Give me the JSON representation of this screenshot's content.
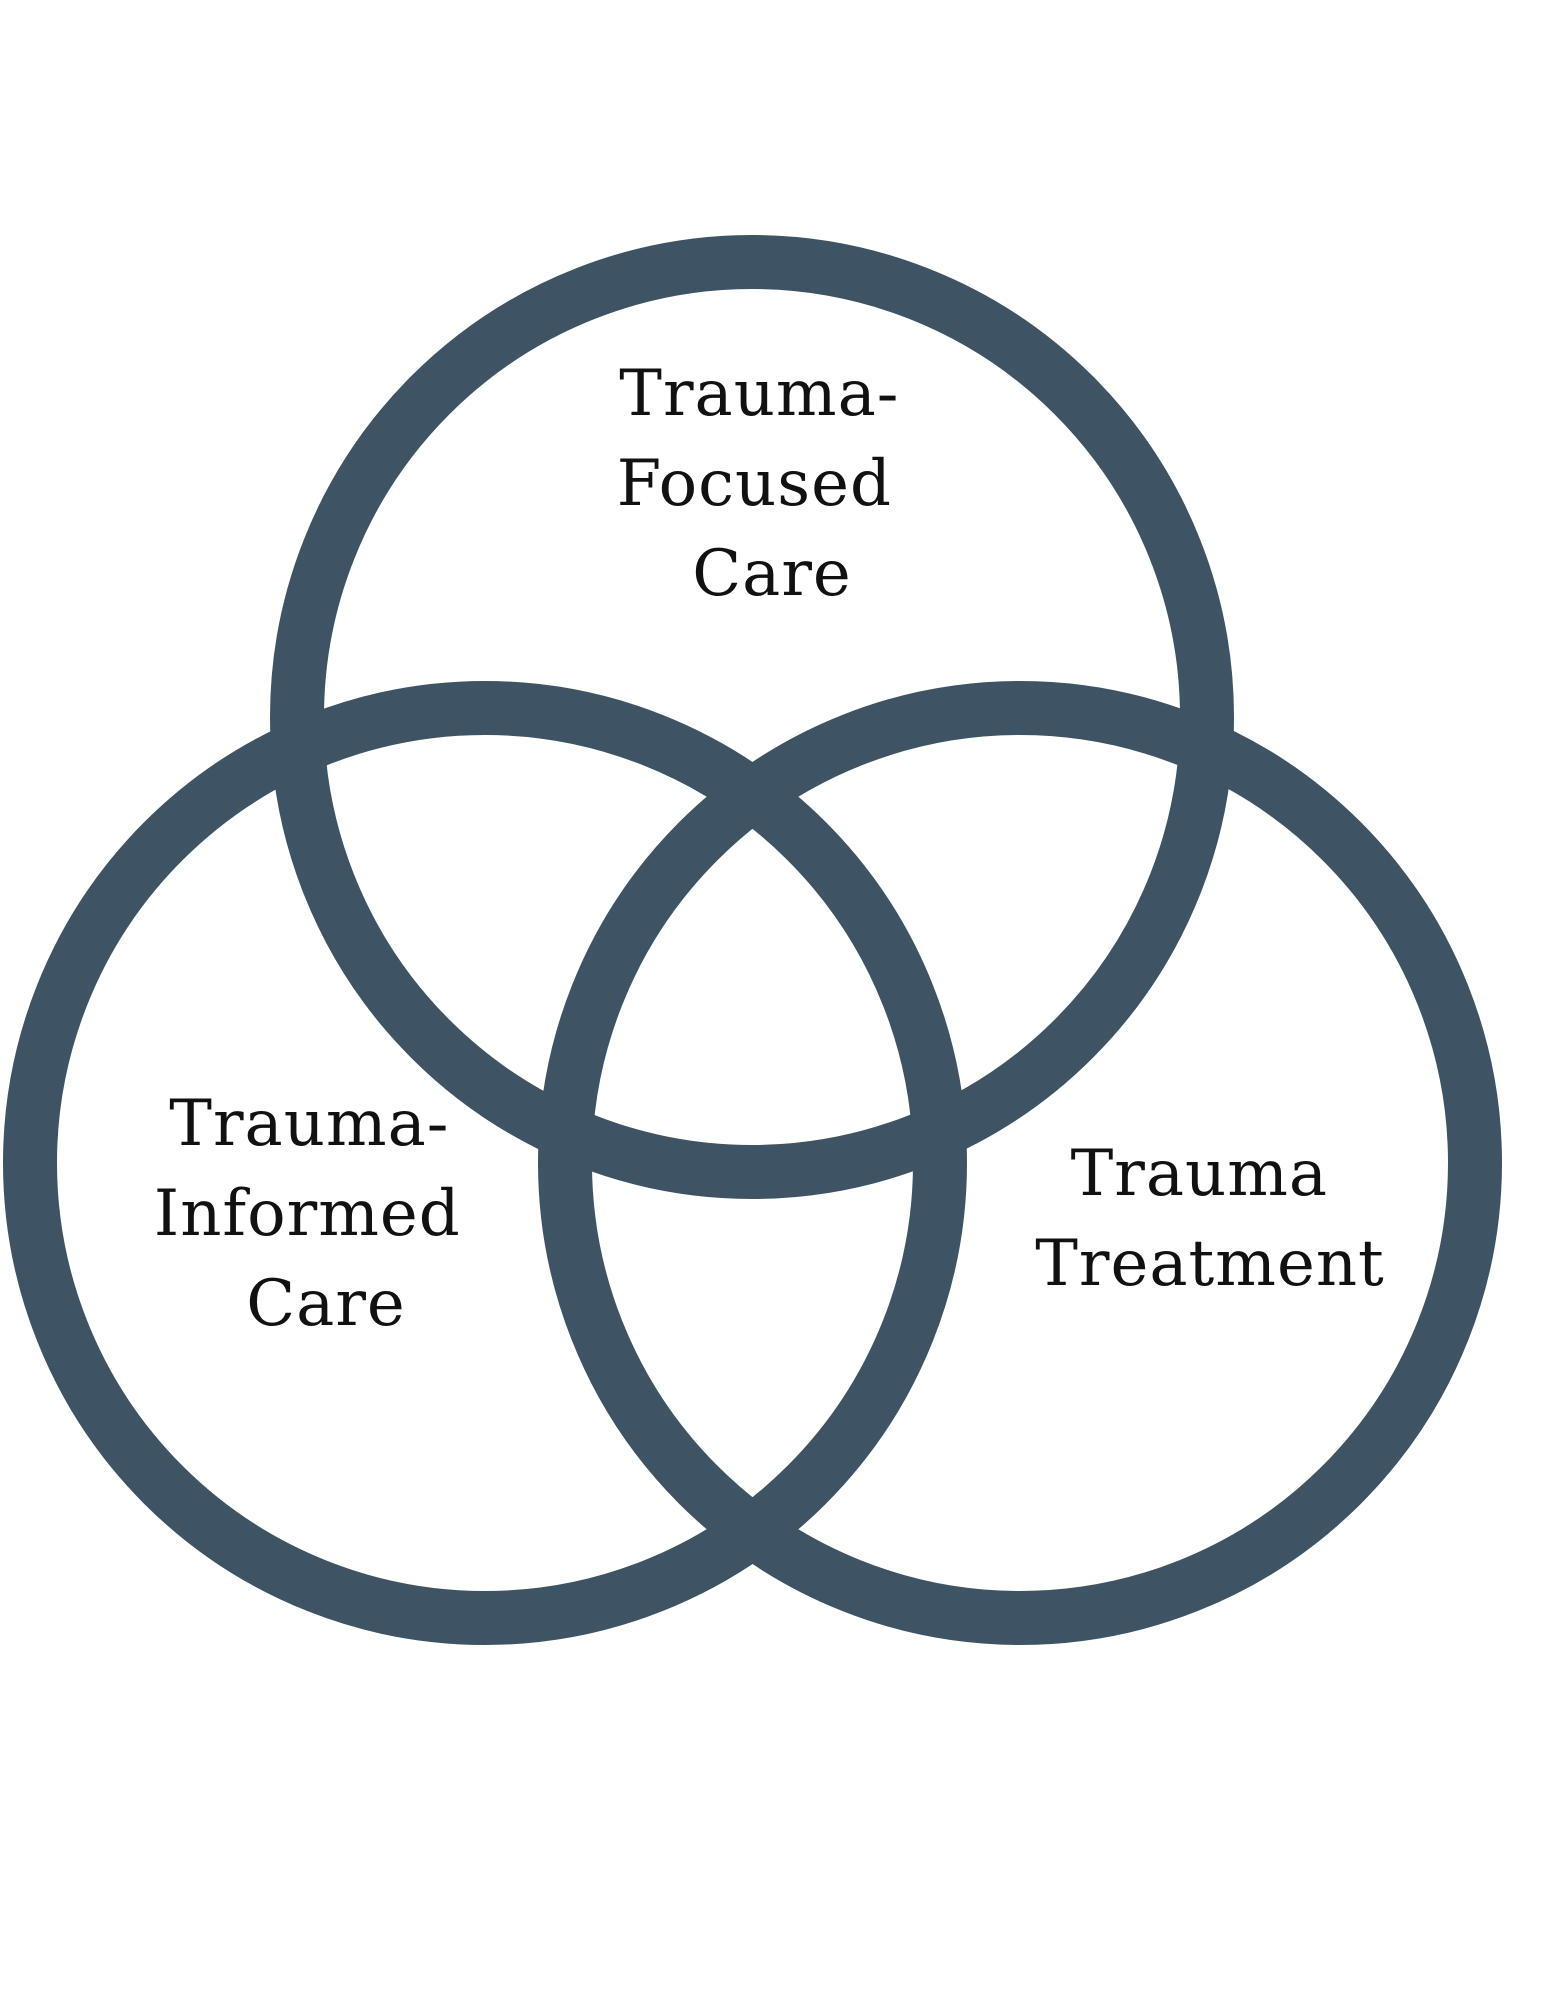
{
  "diagram": {
    "type": "venn",
    "stroke_color": "#3e5363",
    "background_color": "#ffffff",
    "text_color": "#111111",
    "circles": [
      {
        "id": "top",
        "label_lines": [
          "Trauma-",
          "Focused",
          "Care"
        ]
      },
      {
        "id": "left",
        "label_lines": [
          "Trauma-",
          "Informed",
          "Care"
        ]
      },
      {
        "id": "right",
        "label_lines": [
          "Trauma",
          "Treatment"
        ]
      }
    ]
  }
}
